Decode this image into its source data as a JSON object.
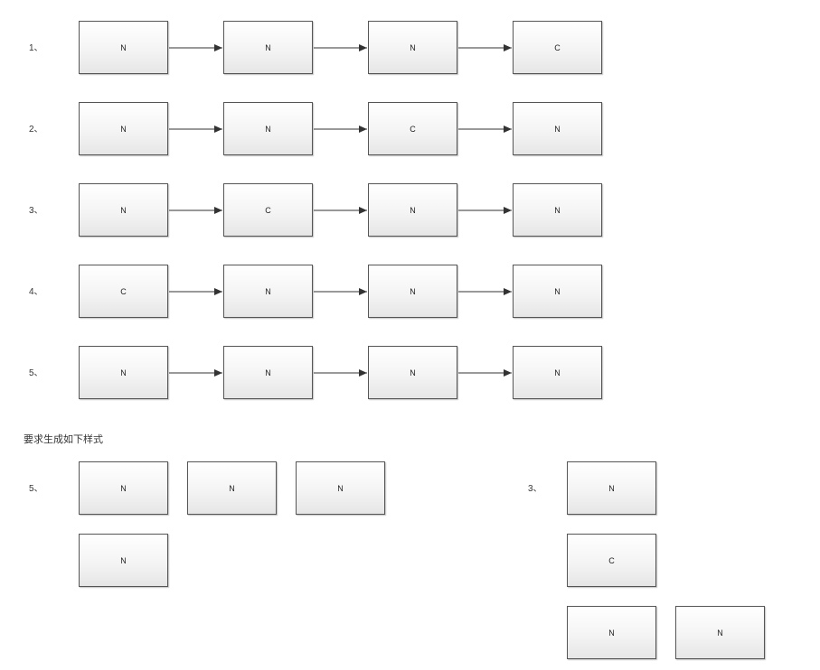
{
  "rows": [
    {
      "label": "1、",
      "nodes": [
        "N",
        "N",
        "N",
        "C"
      ]
    },
    {
      "label": "2、",
      "nodes": [
        "N",
        "N",
        "C",
        "N"
      ]
    },
    {
      "label": "3、",
      "nodes": [
        "N",
        "C",
        "N",
        "N"
      ]
    },
    {
      "label": "4、",
      "nodes": [
        "C",
        "N",
        "N",
        "N"
      ]
    },
    {
      "label": "5、",
      "nodes": [
        "N",
        "N",
        "N",
        "N"
      ]
    }
  ],
  "note": "要求生成如下样式",
  "example_left": {
    "label": "5、",
    "nodes": [
      "N",
      "N",
      "N",
      "N"
    ]
  },
  "example_right": {
    "label": "3、",
    "nodes": [
      "N",
      "C",
      "N",
      "N"
    ]
  },
  "colors": {
    "border": "#555555",
    "arrow": "#333333",
    "text": "#222222"
  }
}
